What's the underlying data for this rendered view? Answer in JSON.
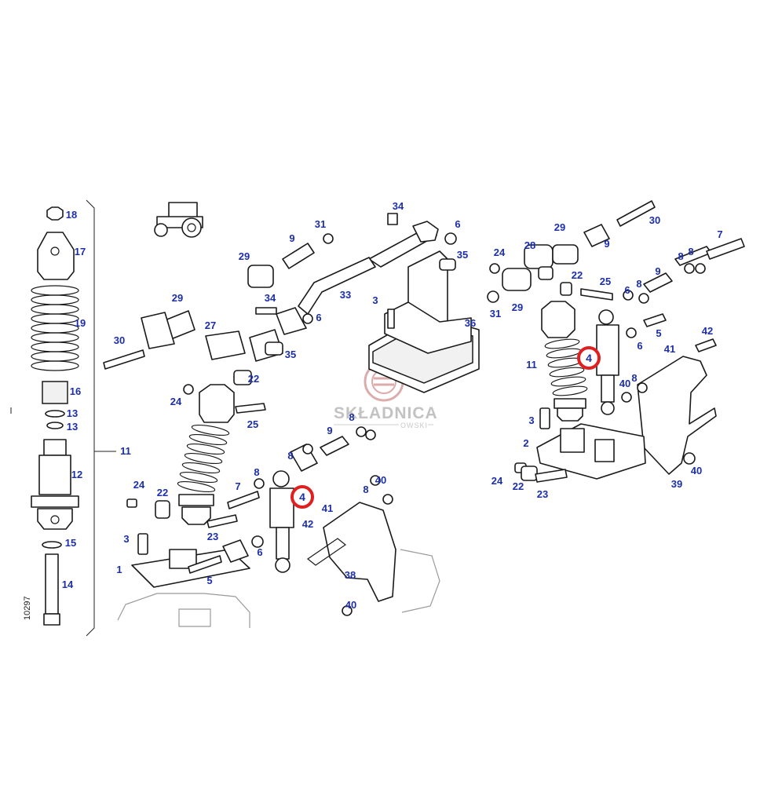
{
  "drawing_number": "10297",
  "watermark": {
    "brand": "SKŁADNICA",
    "suffix": "OWSKI",
    "logo_name": "skladnica-logo"
  },
  "highlight": {
    "part_number": "4",
    "ring_color": "#e02020"
  },
  "label_color": "#1c2fa8",
  "labels_left_column": [
    "18",
    "17",
    "19",
    "16",
    "13",
    "13",
    "11",
    "12",
    "15",
    "14"
  ],
  "labels_center": [
    "34",
    "6",
    "35",
    "9",
    "31",
    "29",
    "34",
    "6",
    "33",
    "3",
    "36",
    "29",
    "27",
    "30",
    "35",
    "22",
    "24",
    "25",
    "9",
    "8",
    "7",
    "8",
    "8",
    "4",
    "24",
    "22",
    "23",
    "3",
    "1",
    "5",
    "6",
    "40",
    "8",
    "41",
    "42",
    "38",
    "40"
  ],
  "labels_right": [
    "30",
    "29",
    "9",
    "7",
    "28",
    "8",
    "8",
    "24",
    "22",
    "25",
    "9",
    "31",
    "29",
    "6",
    "8",
    "5",
    "6",
    "42",
    "41",
    "11",
    "4",
    "8",
    "40",
    "3",
    "2",
    "24",
    "22",
    "23",
    "40",
    "39"
  ]
}
